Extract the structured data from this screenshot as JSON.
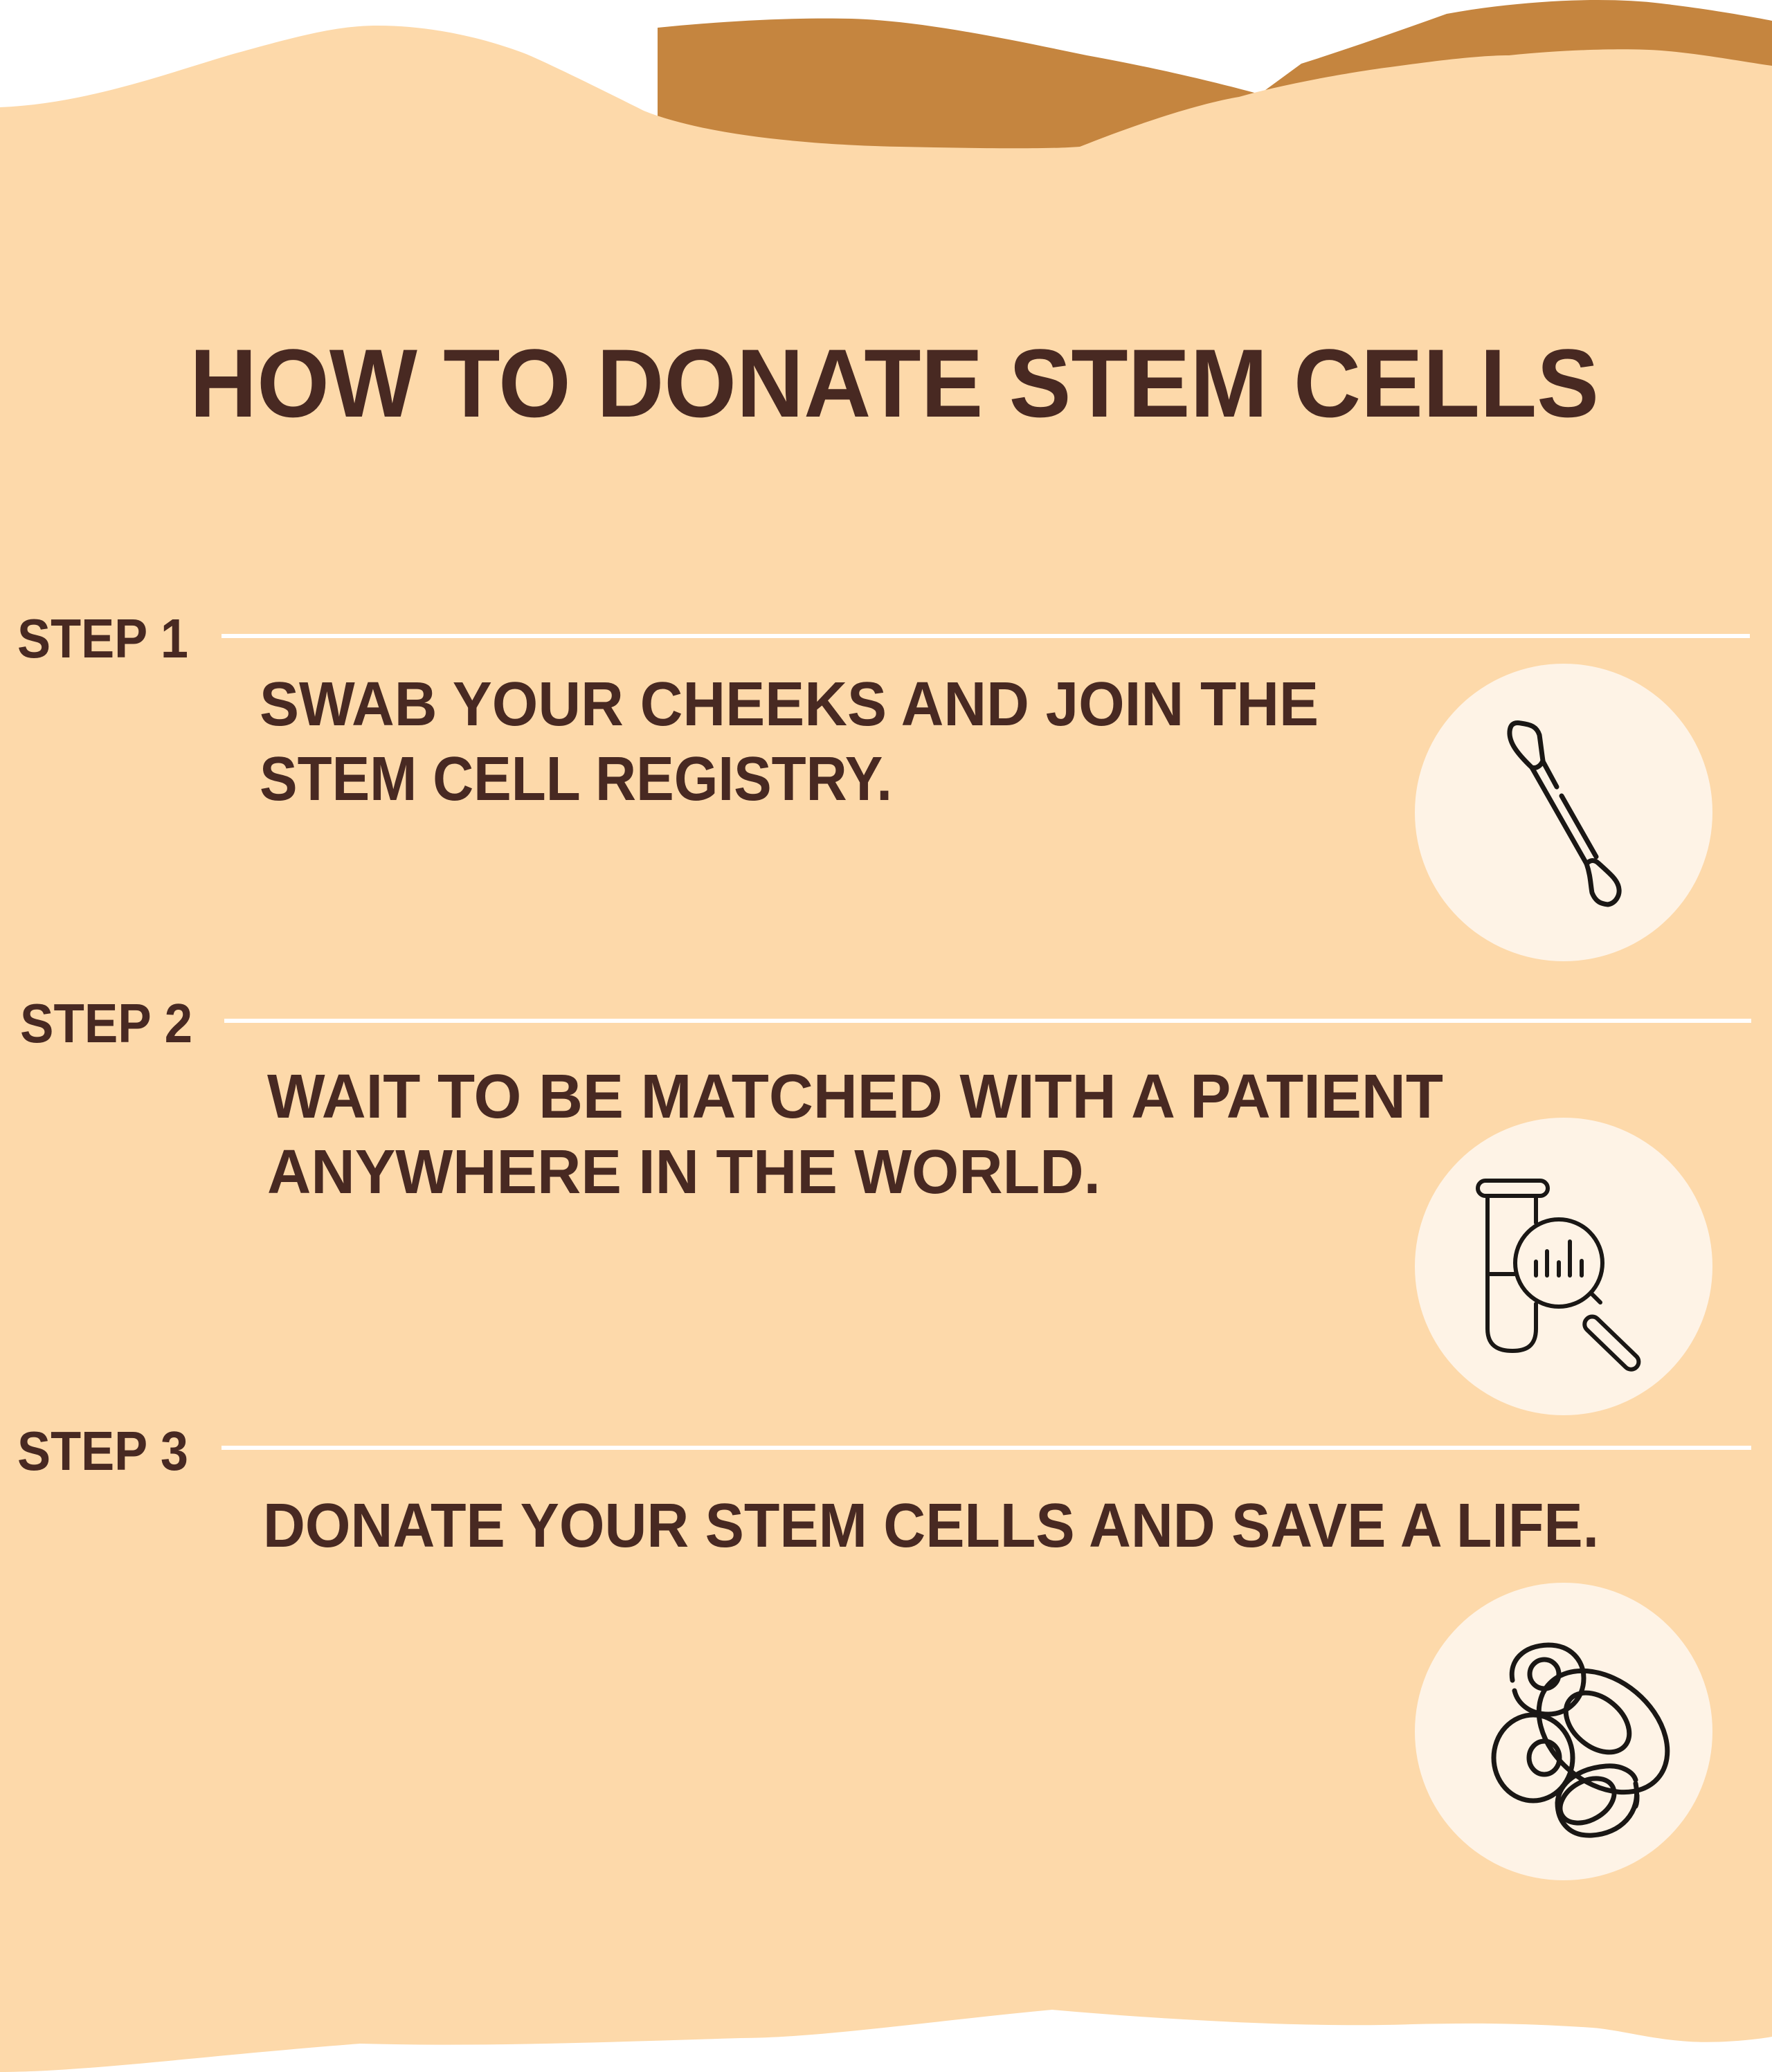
{
  "colors": {
    "background": "#FDD9AA",
    "wave_accent": "#C5853F",
    "text": "#482922",
    "divider": "#FFFFFF",
    "icon_circle": "#FEF3E6",
    "icon_stroke": "#1A1715"
  },
  "header": {
    "title": "HOW TO DONATE STEM CELLS"
  },
  "steps": [
    {
      "label": "STEP 1",
      "lines": [
        "SWAB YOUR CHEEKS AND JOIN THE",
        "STEM CELL REGISTRY."
      ],
      "icon": "cotton-swab-icon"
    },
    {
      "label": "STEP 2",
      "lines": [
        "WAIT TO BE MATCHED WITH A PATIENT",
        "ANYWHERE IN THE WORLD."
      ],
      "icon": "test-tube-magnifier-icon"
    },
    {
      "label": "STEP 3",
      "lines": [
        "DONATE YOUR STEM CELLS AND SAVE A LIFE."
      ],
      "icon": "stem-cells-icon"
    }
  ]
}
